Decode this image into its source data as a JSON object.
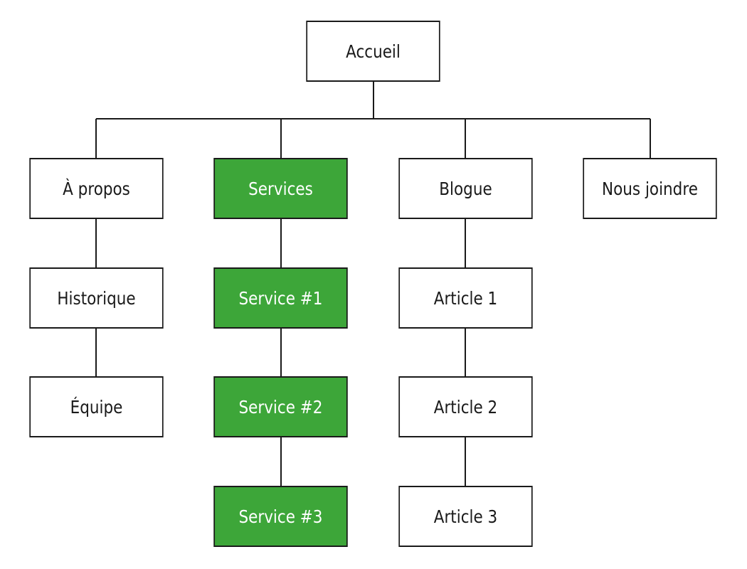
{
  "colors": {
    "highlight": "#3da639",
    "highlight_text": "#ffffff",
    "border": "#1a1a1a",
    "background": "#ffffff"
  },
  "nodes": {
    "accueil": "Accueil",
    "a_propos": "À propos",
    "services": "Services",
    "blogue": "Blogue",
    "nous_joindre": "Nous joindre",
    "historique": "Historique",
    "equipe": "Équipe",
    "service_1": "Service #1",
    "service_2": "Service #2",
    "service_3": "Service #3",
    "article_1": "Article 1",
    "article_2": "Article 2",
    "article_3": "Article 3"
  },
  "highlighted": [
    "services",
    "service_1",
    "service_2",
    "service_3"
  ],
  "edges": [
    [
      "accueil",
      "a_propos"
    ],
    [
      "accueil",
      "services"
    ],
    [
      "accueil",
      "blogue"
    ],
    [
      "accueil",
      "nous_joindre"
    ],
    [
      "a_propos",
      "historique"
    ],
    [
      "historique",
      "equipe"
    ],
    [
      "services",
      "service_1"
    ],
    [
      "service_1",
      "service_2"
    ],
    [
      "service_2",
      "service_3"
    ],
    [
      "blogue",
      "article_1"
    ],
    [
      "article_1",
      "article_2"
    ],
    [
      "article_2",
      "article_3"
    ]
  ]
}
